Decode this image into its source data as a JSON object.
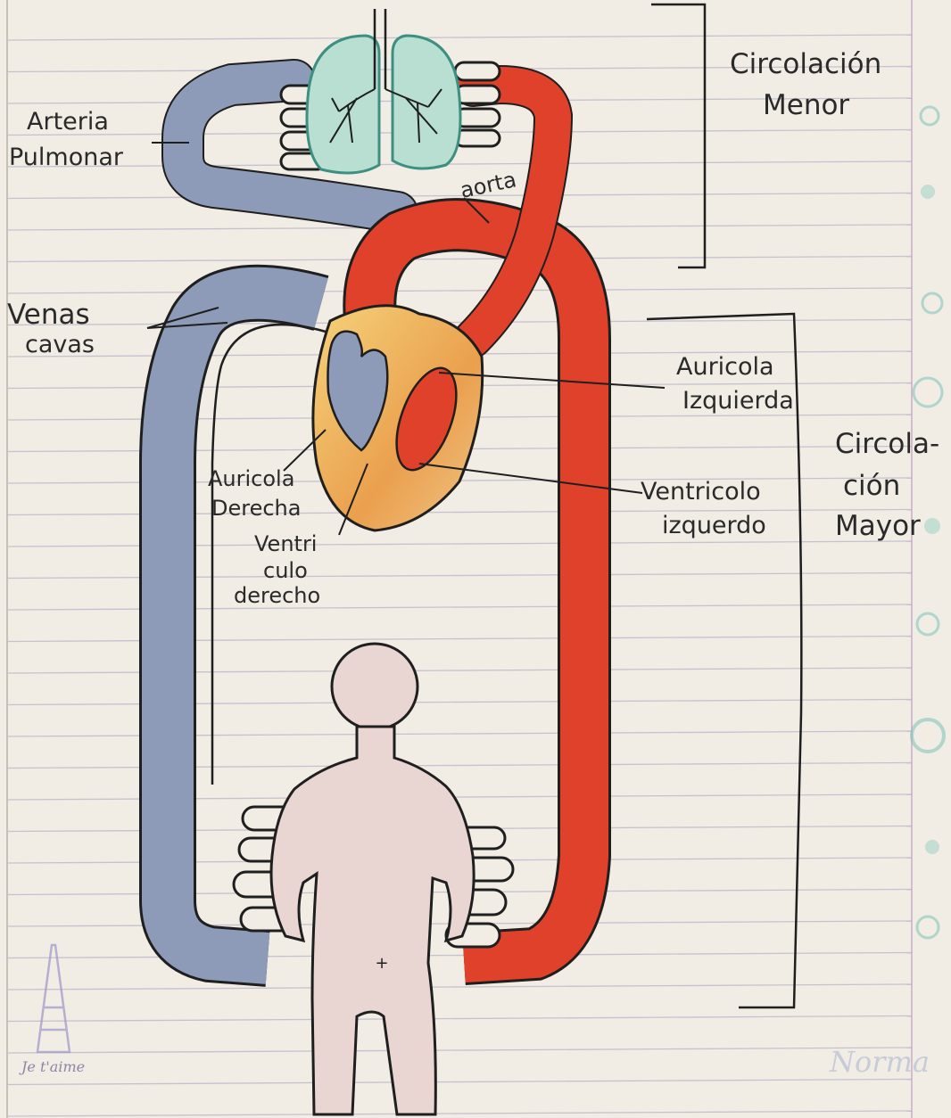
{
  "labels": {
    "arteria_pulmonar": [
      "Arteria",
      "Pulmonar"
    ],
    "venas_cavas": [
      "Venas",
      "cavas"
    ],
    "aorta": "aorta",
    "circulacion_menor": [
      "Circolación",
      "Menor"
    ],
    "auricula_izquierda": [
      "Auricola",
      "Izquierda"
    ],
    "ventriculo_izquierdo": [
      "Ventricolo",
      "izquerdo"
    ],
    "auricula_derecha": [
      "Auricola",
      "Derecha"
    ],
    "ventriculo_derecho": [
      "Ventri",
      "culo",
      "derecho"
    ],
    "circulacion_mayor": [
      "Circola-",
      "ción",
      "Mayor"
    ]
  },
  "notebook": {
    "corner_text": "Je t'aime",
    "brand": "Norma"
  },
  "colors": {
    "paper": "#f1ece4",
    "rule_line": "#b9b3c9",
    "margin_line": "#c9a8c4",
    "oxygenated": "#e0412a",
    "deoxygenated": "#8d9bb8",
    "lungs": "#a9d8cc",
    "heart": "#efb35a",
    "body": "#e9d6d3",
    "ink": "#1f1f1f"
  }
}
